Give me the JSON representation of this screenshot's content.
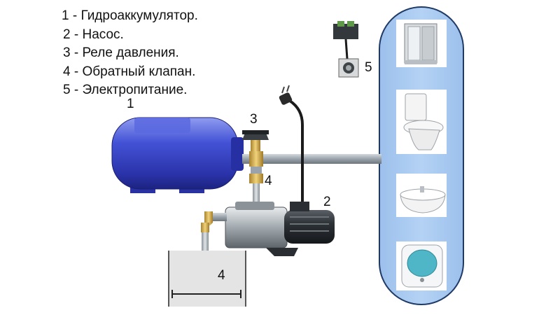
{
  "legend": [
    {
      "num": "1",
      "text": "Гидроаккумулятор."
    },
    {
      "num": "2",
      "text": "Насос."
    },
    {
      "num": "3",
      "text": "Реле давления."
    },
    {
      "num": "4",
      "text": "Обратный клапан."
    },
    {
      "num": "5",
      "text": "Электропитание."
    }
  ],
  "callouts": {
    "accumulator": "1",
    "pump": "2",
    "pressure_switch": "3",
    "check_valve_upper": "4",
    "check_valve_lower": "4",
    "power": "5"
  },
  "consumers": [
    "shower-cabin",
    "toilet",
    "washbasin",
    "water-heater"
  ],
  "colors": {
    "tank": "#3b48c9",
    "consumer_panel": "#a9caf0",
    "pipe": "#9aa3ab",
    "fitting": "#c9a24a"
  }
}
